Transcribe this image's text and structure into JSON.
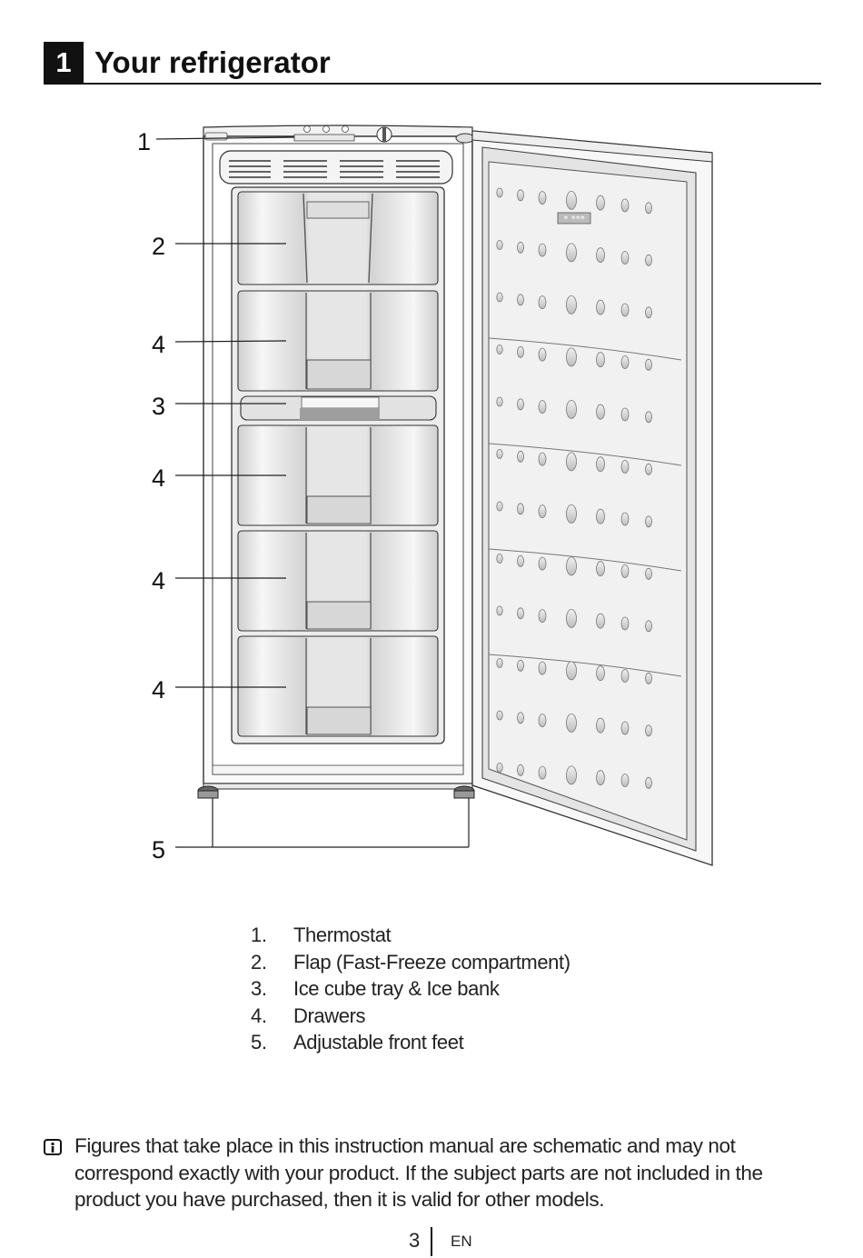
{
  "section": {
    "number": "1",
    "title": "Your refrigerator"
  },
  "callouts": [
    "1",
    "2",
    "4",
    "3",
    "4",
    "4",
    "4",
    "5"
  ],
  "door_panel_label": "* ***",
  "legend": [
    {
      "number": "1.",
      "label": "Thermostat"
    },
    {
      "number": "2.",
      "label": "Flap (Fast-Freeze compartment)"
    },
    {
      "number": "3.",
      "label": "Ice cube tray & Ice bank"
    },
    {
      "number": "4.",
      "label": "Drawers"
    },
    {
      "number": "5.",
      "label": "Adjustable front feet"
    }
  ],
  "note": {
    "icon": "info-icon",
    "text": "Figures that take place in this instruction manual are schematic and may not correspond exactly with your product. If the subject parts are not included in the product you have purchased, then it is valid for other models."
  },
  "footer": {
    "page_number": "3",
    "language": "EN"
  }
}
